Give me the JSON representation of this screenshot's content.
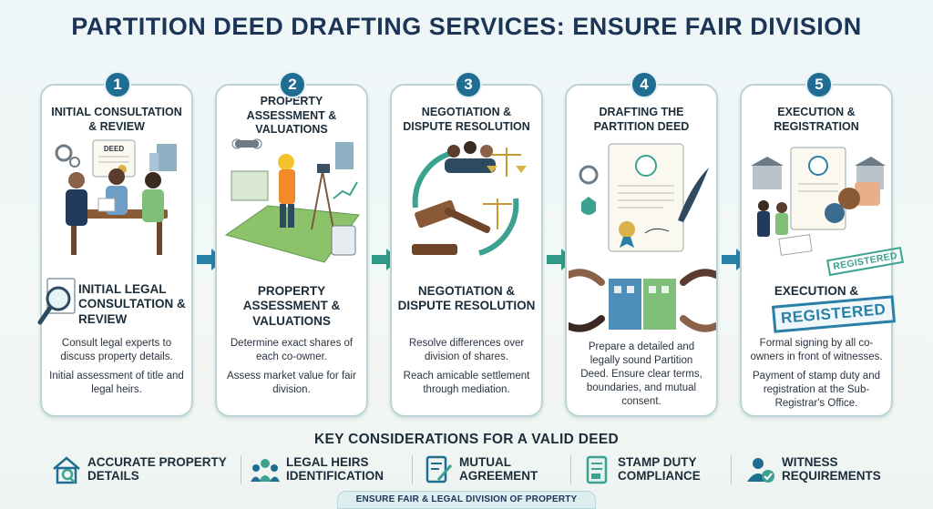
{
  "title": "PARTITION DEED DRAFTING SERVICES: ENSURE FAIR DIVISION",
  "steps": [
    {
      "number": "1",
      "heading": "INITIAL CONSULTATION & REVIEW",
      "subheading": "INITIAL LEGAL CONSULTATION & REVIEW",
      "desc1": "Consult legal experts to discuss property details.",
      "desc2": "Initial assessment of title and legal heirs.",
      "deed_label": "DEED"
    },
    {
      "number": "2",
      "heading": "PROPERTY ASSESSMENT & VALUATIONS",
      "subheading": "PROPERTY ASSESSMENT & VALUATIONS",
      "desc1": "Determine exact shares of each co-owner.",
      "desc2": "Assess market value for fair division."
    },
    {
      "number": "3",
      "heading": "NEGOTIATION & DISPUTE RESOLUTION",
      "subheading": "NEGOTIATION & DISPUTE RESOLUTION",
      "desc1": "Resolve differences over division of shares.",
      "desc2": "Reach amicable settlement through mediation."
    },
    {
      "number": "4",
      "heading": "DRAFTING THE PARTITION DEED",
      "desc1": "Prepare a detailed and legally sound Partition Deed. Ensure clear terms, boundaries, and mutual consent."
    },
    {
      "number": "5",
      "heading": "EXECUTION & REGISTRATION",
      "subheading": "EXECUTION &",
      "stamp_small": "REGISTERED",
      "stamp_large": "REGISTERED",
      "desc1": "Formal signing by all co-owners in front of witnesses.",
      "desc2": "Payment of stamp duty and registration at the Sub-Registrar's Office."
    }
  ],
  "considerations": {
    "heading": "KEY CONSIDERATIONS FOR A VALID DEED",
    "items": [
      {
        "line1": "ACCURATE PROPERTY",
        "line2": "DETAILS",
        "icon": "house-search-icon"
      },
      {
        "line1": "LEGAL HEIRS",
        "line2": "IDENTIFICATION",
        "icon": "people-group-icon"
      },
      {
        "line1": "MUTUAL",
        "line2": "AGREEMENT",
        "icon": "document-pen-icon"
      },
      {
        "line1": "STAMP DUTY",
        "line2": "COMPLIANCE",
        "icon": "stamp-document-icon"
      },
      {
        "line1": "WITNESS",
        "line2": "REQUIREMENTS",
        "icon": "person-check-icon"
      }
    ]
  },
  "banner": "ENSURE FAIR & LEGAL DIVISION OF PROPERTY",
  "colors": {
    "accent_blue": "#1f6d92",
    "accent_teal": "#3aa28e",
    "title_navy": "#1c3557",
    "card_border": "#b9d4d6"
  }
}
